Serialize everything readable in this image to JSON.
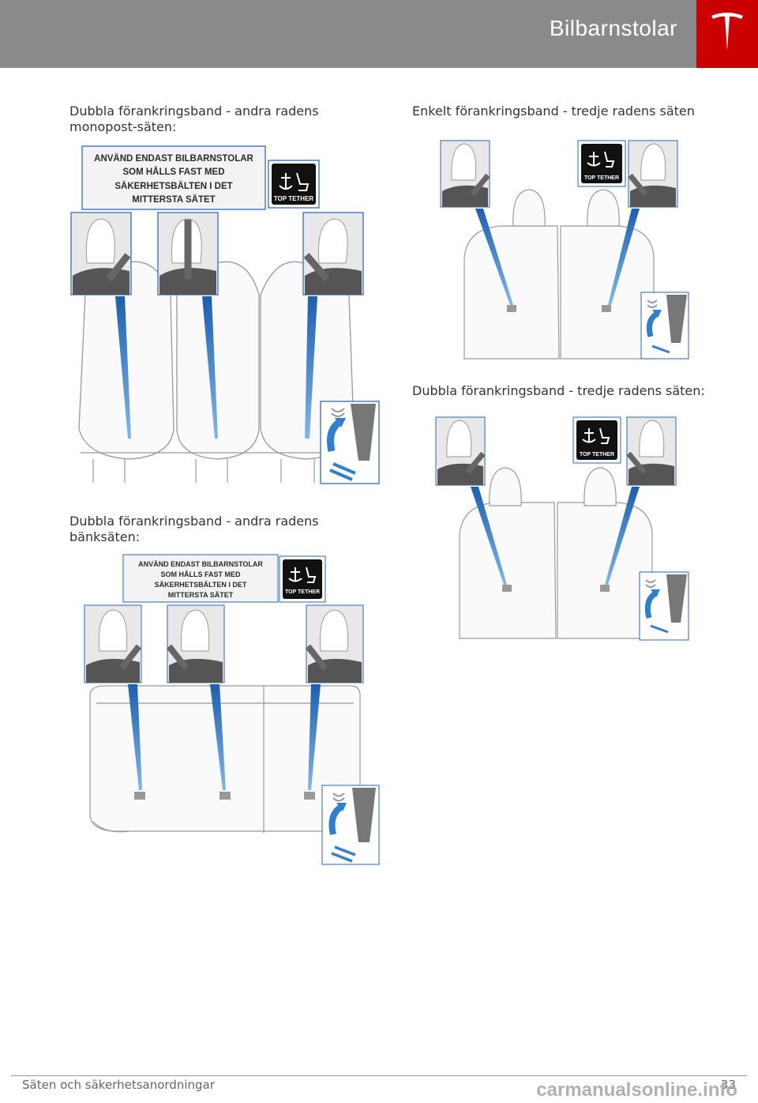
{
  "header": {
    "title": "Bilbarnstolar",
    "logo_icon": "tesla-logo-icon",
    "logo_color": "#cc0000"
  },
  "sections": {
    "s1": {
      "caption": "Dubbla förankringsband - andra radens monopost-säten:"
    },
    "s2": {
      "caption": "Dubbla förankringsband - andra radens bänksäten:"
    },
    "s3": {
      "caption": "Enkelt förankringsband - tredje radens säten"
    },
    "s4": {
      "caption": "Dubbla förankringsband - tredje radens säten:"
    }
  },
  "label": {
    "line1": "ANVÄND ENDAST BILBARNSTOLAR",
    "line2": "SOM HÅLLS FAST MED",
    "line3": "SÄKERHETSBÄLTEN I DET",
    "line4": "MITTERSTA SÄTET"
  },
  "top_tether": "TOP TETHER",
  "footer": {
    "text": "Säten och säkerhetsanordningar",
    "page": "33",
    "watermark": "carmanualsonline.info"
  },
  "colors": {
    "strap": "#2f7fd0",
    "frame": "#4a7fc8",
    "header": "#8a8a8a"
  }
}
